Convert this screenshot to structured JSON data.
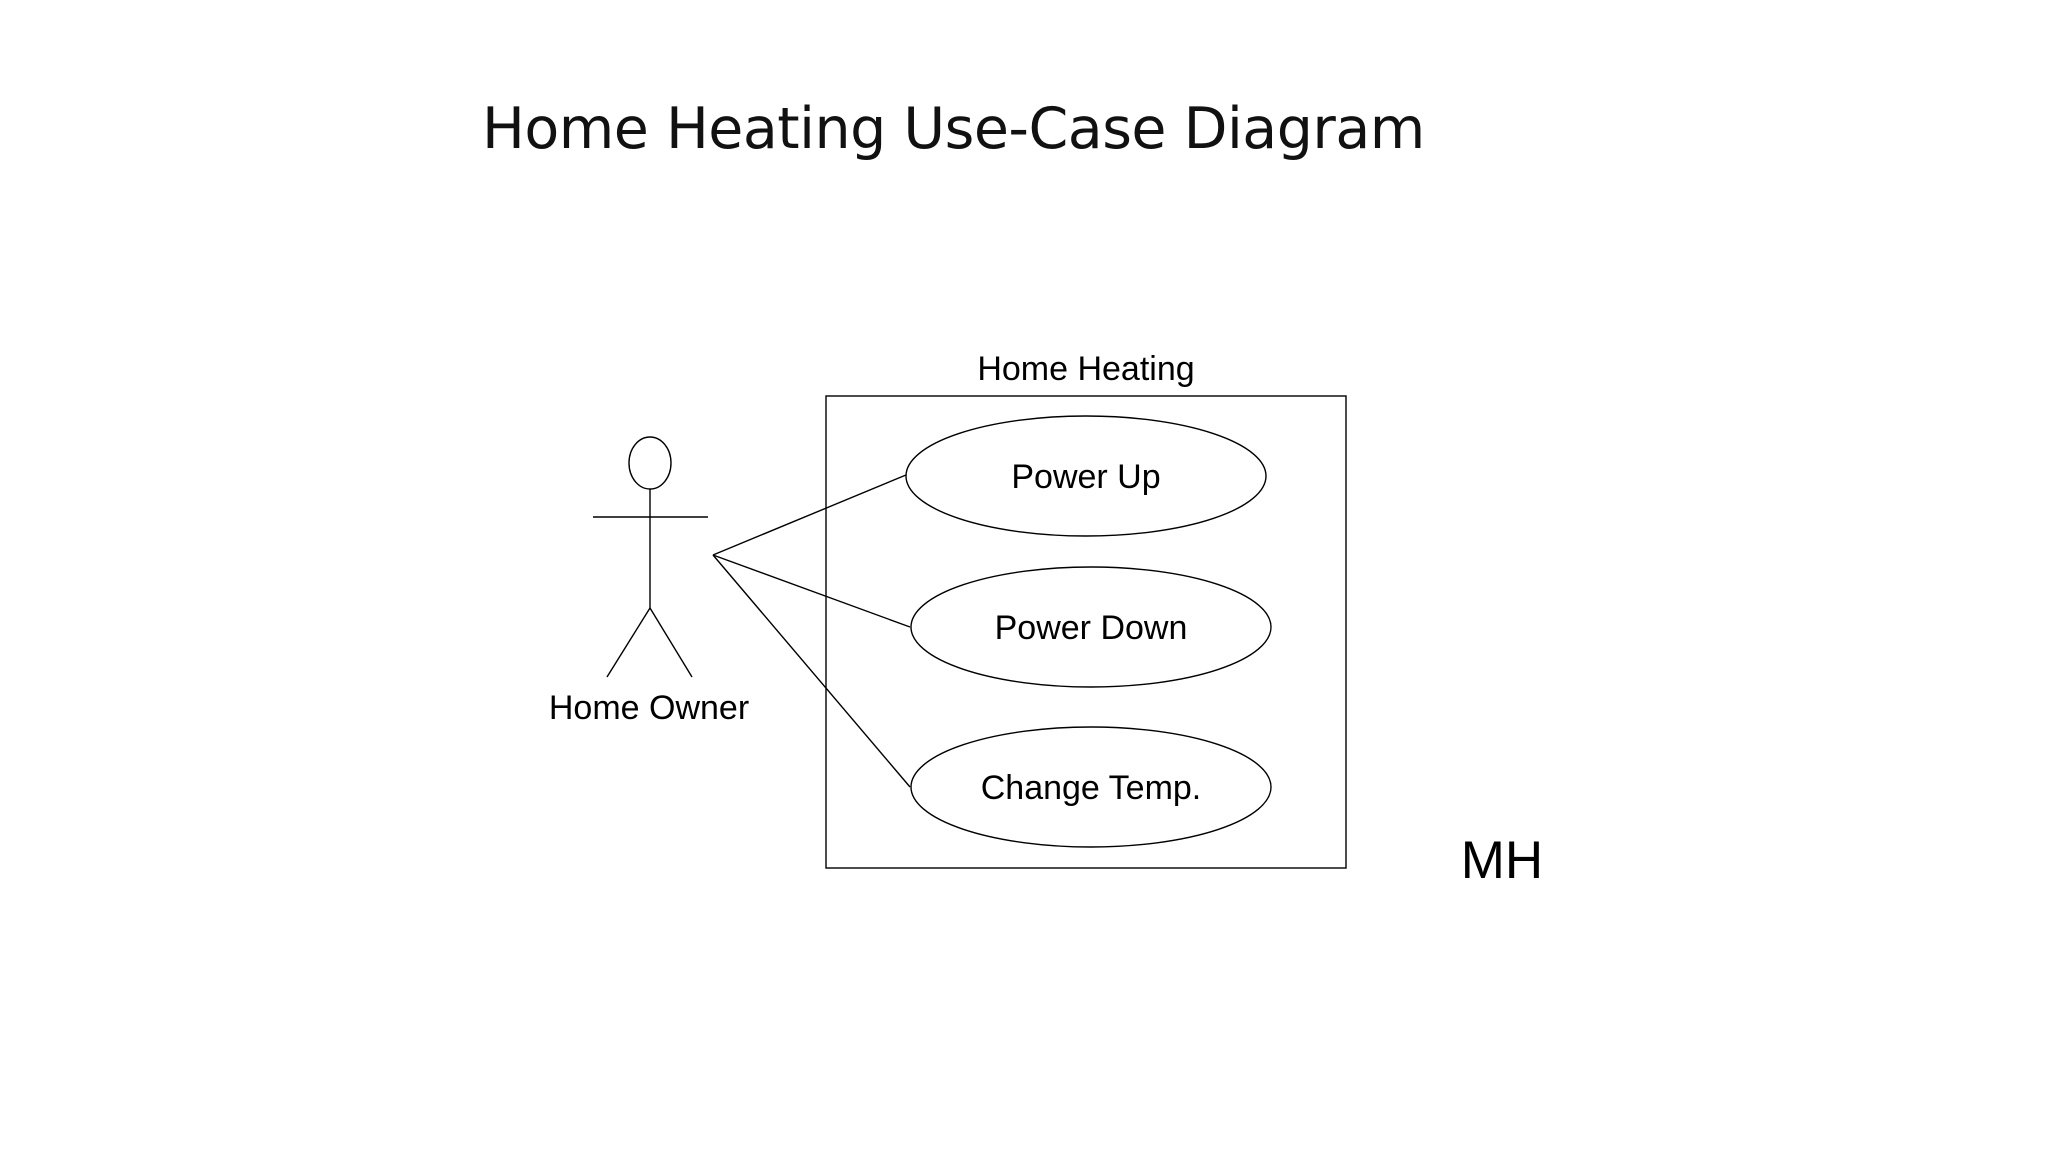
{
  "slide": {
    "title": "Home Heating Use-Case Diagram",
    "initials": "MH"
  },
  "diagram": {
    "system": {
      "name": "Home Heating"
    },
    "actor": {
      "name": "Home Owner",
      "icon": "stick-figure-icon"
    },
    "use_cases": [
      {
        "label": "Power Up"
      },
      {
        "label": "Power Down"
      },
      {
        "label": "Change Temp."
      }
    ],
    "associations": [
      {
        "from": "Home Owner",
        "to": "Power Up"
      },
      {
        "from": "Home Owner",
        "to": "Power Down"
      },
      {
        "from": "Home Owner",
        "to": "Change Temp."
      }
    ],
    "colors": {
      "stroke": "#000000",
      "background": "#ffffff"
    }
  }
}
